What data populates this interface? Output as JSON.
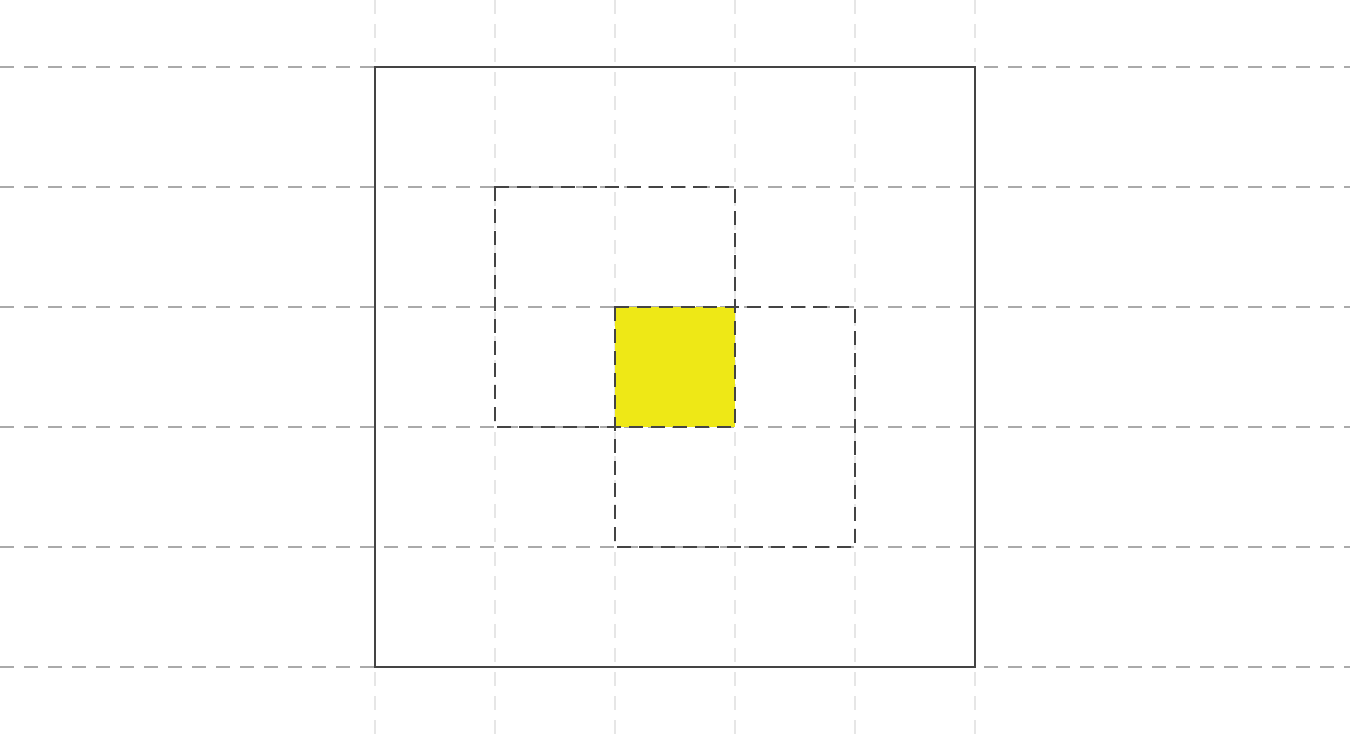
{
  "diagram": {
    "grid_columns": 5,
    "grid_rows": 5,
    "overlap_cell": {
      "col": 2,
      "row": 2
    },
    "dashed_boxes": [
      {
        "name": "upper-left-box",
        "col_start": 1,
        "row_start": 1,
        "col_span": 2,
        "row_span": 2
      },
      {
        "name": "lower-right-box",
        "col_start": 2,
        "row_start": 2,
        "col_span": 2,
        "row_span": 2
      }
    ]
  },
  "colors": {
    "background": "#ffffff",
    "outer_border": "#444444",
    "horizontal_guides": "#555555",
    "vertical_guides": "#cccccc",
    "dashed_boxes": "#444444",
    "overlap_fill": "#eee816"
  }
}
